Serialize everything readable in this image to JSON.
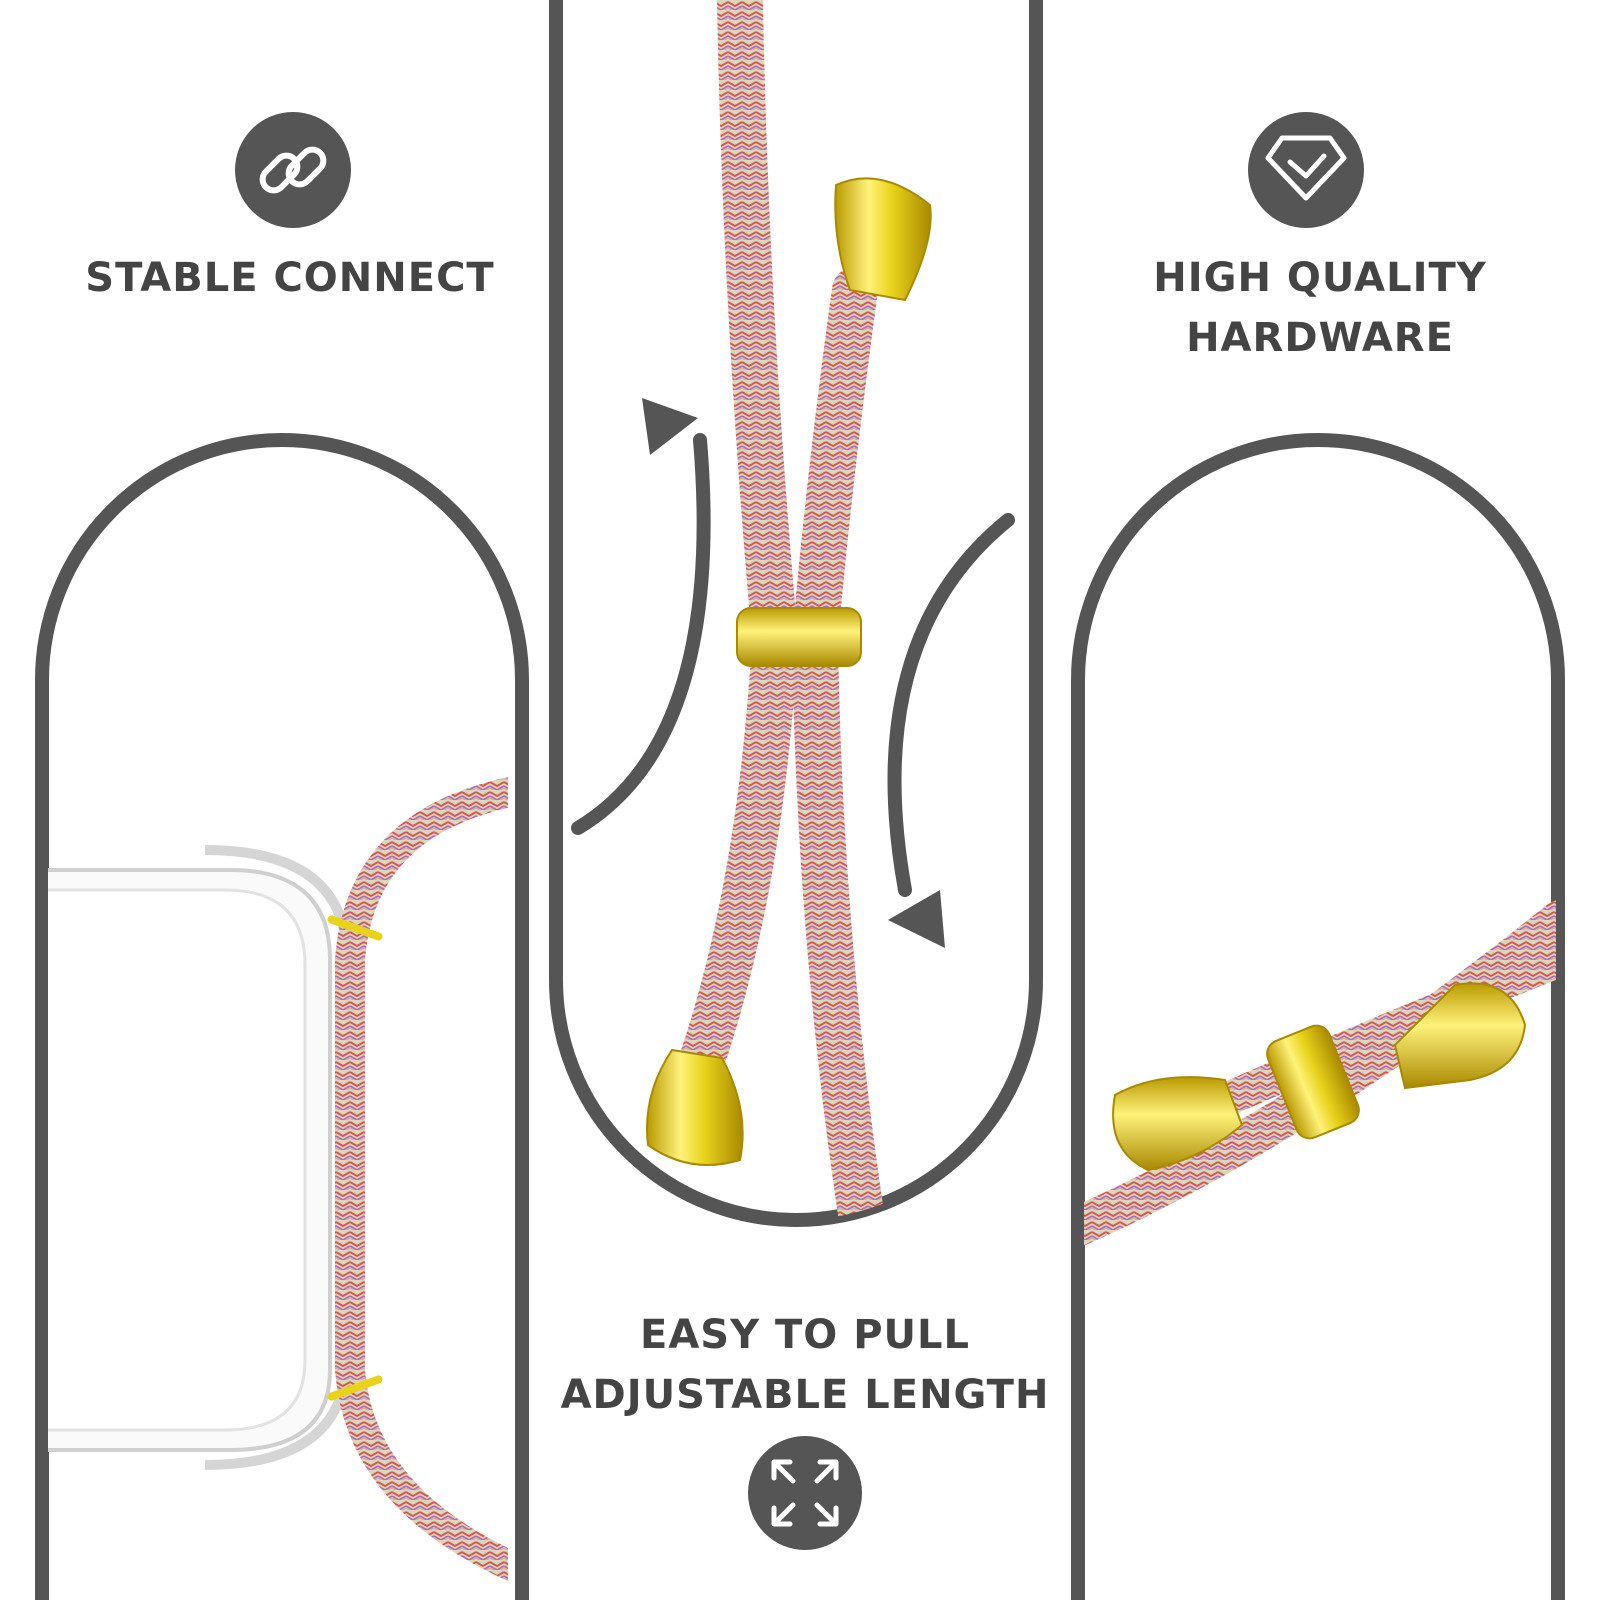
{
  "colors": {
    "outline": "#555555",
    "icon_bg": "#555555",
    "text": "#444444",
    "gold": "#e8d21a",
    "cord_base": "#e9c9a8"
  },
  "features": [
    {
      "icon": "link-icon",
      "lines": [
        "STABLE CONNECT"
      ]
    },
    {
      "icon": "expand-arrows-icon",
      "lines": [
        "EASY TO PULL",
        "ADJUSTABLE LENGTH"
      ]
    },
    {
      "icon": "diamond-check-icon",
      "lines": [
        "HIGH QUALITY",
        "HARDWARE"
      ]
    }
  ]
}
